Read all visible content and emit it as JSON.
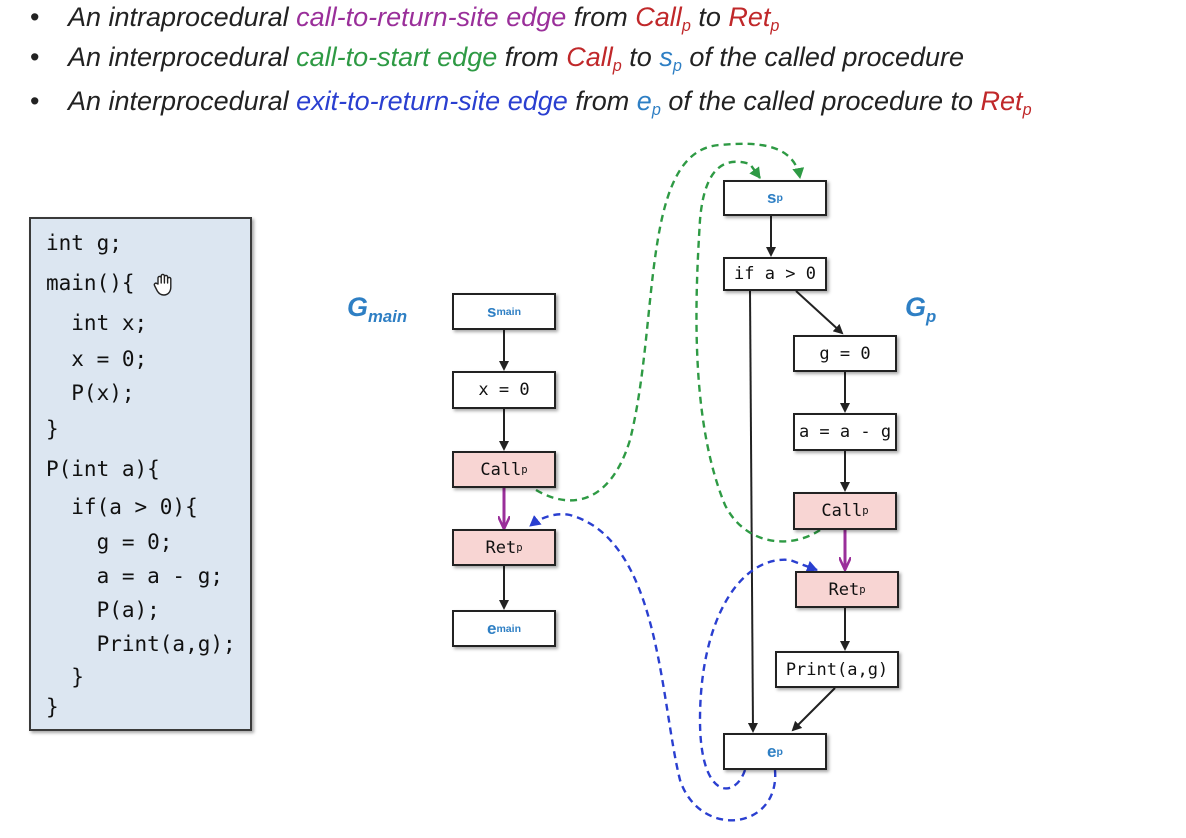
{
  "bullets": [
    {
      "marker": "•",
      "parts": [
        {
          "text": "An intraprocedural ",
          "color": "#222222"
        },
        {
          "text": "call-to-return-site",
          "color": "#9a2f9a"
        },
        {
          "text": " edge",
          "color": "#9a2f9a"
        },
        {
          "text": " from ",
          "color": "#222222"
        },
        {
          "text": "Call",
          "sub": "p",
          "color": "#c0282a"
        },
        {
          "text": " to ",
          "color": "#222222"
        },
        {
          "text": "Ret",
          "sub": "p",
          "color": "#c0282a"
        }
      ]
    },
    {
      "marker": "•",
      "parts": [
        {
          "text": "An interprocedural ",
          "color": "#222222"
        },
        {
          "text": "call-to-start edge",
          "color": "#2e9a44"
        },
        {
          "text": " from ",
          "color": "#222222"
        },
        {
          "text": "Call",
          "sub": "p",
          "color": "#c0282a"
        },
        {
          "text": " to ",
          "color": "#222222"
        },
        {
          "text": "s",
          "sub": "p",
          "color": "#2e7fc4"
        },
        {
          "text": " of the called procedure",
          "color": "#222222"
        }
      ]
    },
    {
      "marker": "•",
      "parts": [
        {
          "text": "An interprocedural ",
          "color": "#222222"
        },
        {
          "text": "exit-to-return-site edge",
          "color": "#2a3fd0"
        },
        {
          "text": " from ",
          "color": "#222222"
        },
        {
          "text": "e",
          "sub": "p",
          "color": "#2e7fc4"
        },
        {
          "text": " of the called procedure to ",
          "color": "#222222"
        },
        {
          "text": "Ret",
          "sub": "p",
          "color": "#c0282a"
        }
      ]
    }
  ],
  "code": [
    "int g;",
    "main(){",
    "  int x;",
    "  x = 0;",
    "  P(x);",
    "}",
    "P(int a){",
    "  if(a > 0){",
    "    g = 0;",
    "    a = a - g;",
    "    P(a);",
    "    Print(a,g);",
    "  }",
    "}"
  ],
  "hand_icon": "hand-pointer-icon",
  "graph_main": {
    "label": "G",
    "label_sub": "main"
  },
  "graph_p": {
    "label": "G",
    "label_sub": "p"
  },
  "nodes": {
    "smain": {
      "text": "s",
      "sub": "main"
    },
    "x0": {
      "text": "x = 0"
    },
    "callp_main": {
      "text": "Call",
      "sub": "p"
    },
    "retp_main": {
      "text": "Ret",
      "sub": "p"
    },
    "emain": {
      "text": "e",
      "sub": "main"
    },
    "sp": {
      "text": "s",
      "sub": "p"
    },
    "ifa": {
      "text": "if a > 0"
    },
    "g0": {
      "text": "g = 0"
    },
    "aag": {
      "text": "a = a - g"
    },
    "callp_p": {
      "text": "Call",
      "sub": "p"
    },
    "retp_p": {
      "text": "Ret",
      "sub": "p"
    },
    "print": {
      "text": "Print(a,g)"
    },
    "ep": {
      "text": "e",
      "sub": "p"
    }
  },
  "colors": {
    "call_node_fill": "#f8d5d3",
    "entry_exit_text": "#2e7fc4",
    "code_box_bg": "#dce6f1",
    "call_to_return": "#9a2f9a",
    "call_to_start": "#2e9a44",
    "exit_to_return": "#2a3fd0",
    "normal_edge": "#222222"
  }
}
